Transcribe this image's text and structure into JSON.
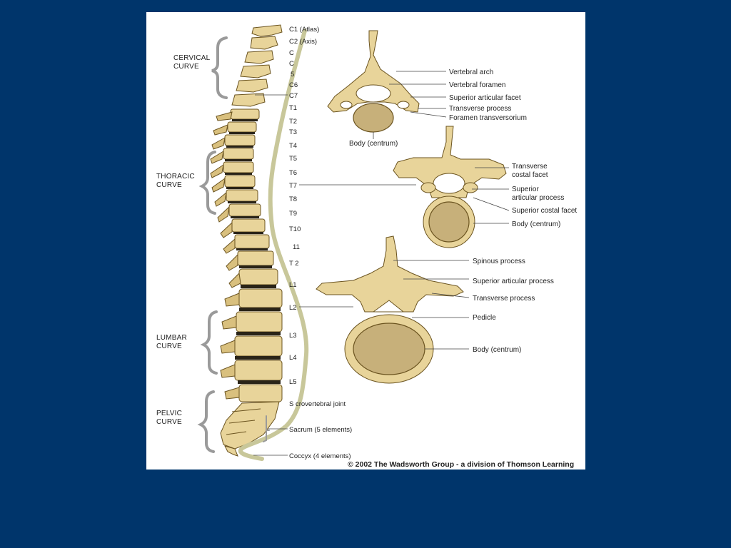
{
  "spine_labels": {
    "c1": "C1 (Atlas)",
    "c2": "C2 (Axis)",
    "c3": "C",
    "c4": "C",
    "c5": "5",
    "c6": "C6",
    "c7": "C7",
    "t1": "T1",
    "t2": "T2",
    "t3": "T3",
    "t4": "T4",
    "t5": "T5",
    "t6": "T6",
    "t7": "T7",
    "t8": "T8",
    "t9": "T9",
    "t10": "T10",
    "t11": "11",
    "t12": "T 2",
    "l1": "L1",
    "l2": "L2",
    "l3": "L3",
    "l4": "L4",
    "l5": "L5",
    "lumbosacral": "S crovertebral joint",
    "sacrum": "Sacrum (5 elements)",
    "coccyx": "Coccyx (4 elements)"
  },
  "regions": {
    "cervical": [
      "CERVICAL",
      "CURVE"
    ],
    "thoracic": [
      "THORACIC",
      "CURVE"
    ],
    "lumbar": [
      "LUMBAR",
      "CURVE"
    ],
    "pelvic": [
      "PELVIC",
      "CURVE"
    ]
  },
  "cervical_vertebra": {
    "vertebral_arch": "Vertebral arch",
    "vertebral_foramen": "Vertebral foramen",
    "superior_articular_facet": "Superior articular facet",
    "transverse_process": "Transverse process",
    "foramen_transversorium": "Foramen transversorium",
    "body": "Body (centrum)"
  },
  "thoracic_vertebra": {
    "transverse_costal_facet": [
      "Transverse",
      "costal facet"
    ],
    "superior_articular_process": [
      "Superior",
      "articular process"
    ],
    "superior_costal_facet": "Superior costal facet",
    "body": "Body (centrum)"
  },
  "lumbar_vertebra": {
    "spinous_process": "Spinous process",
    "superior_articular_process": "Superior articular process",
    "transverse_process": "Transverse process",
    "pedicle": "Pedicle",
    "body": "Body (centrum)"
  },
  "copyright": "© 2002 The Wadsworth Group - a division of Thomson Learning"
}
